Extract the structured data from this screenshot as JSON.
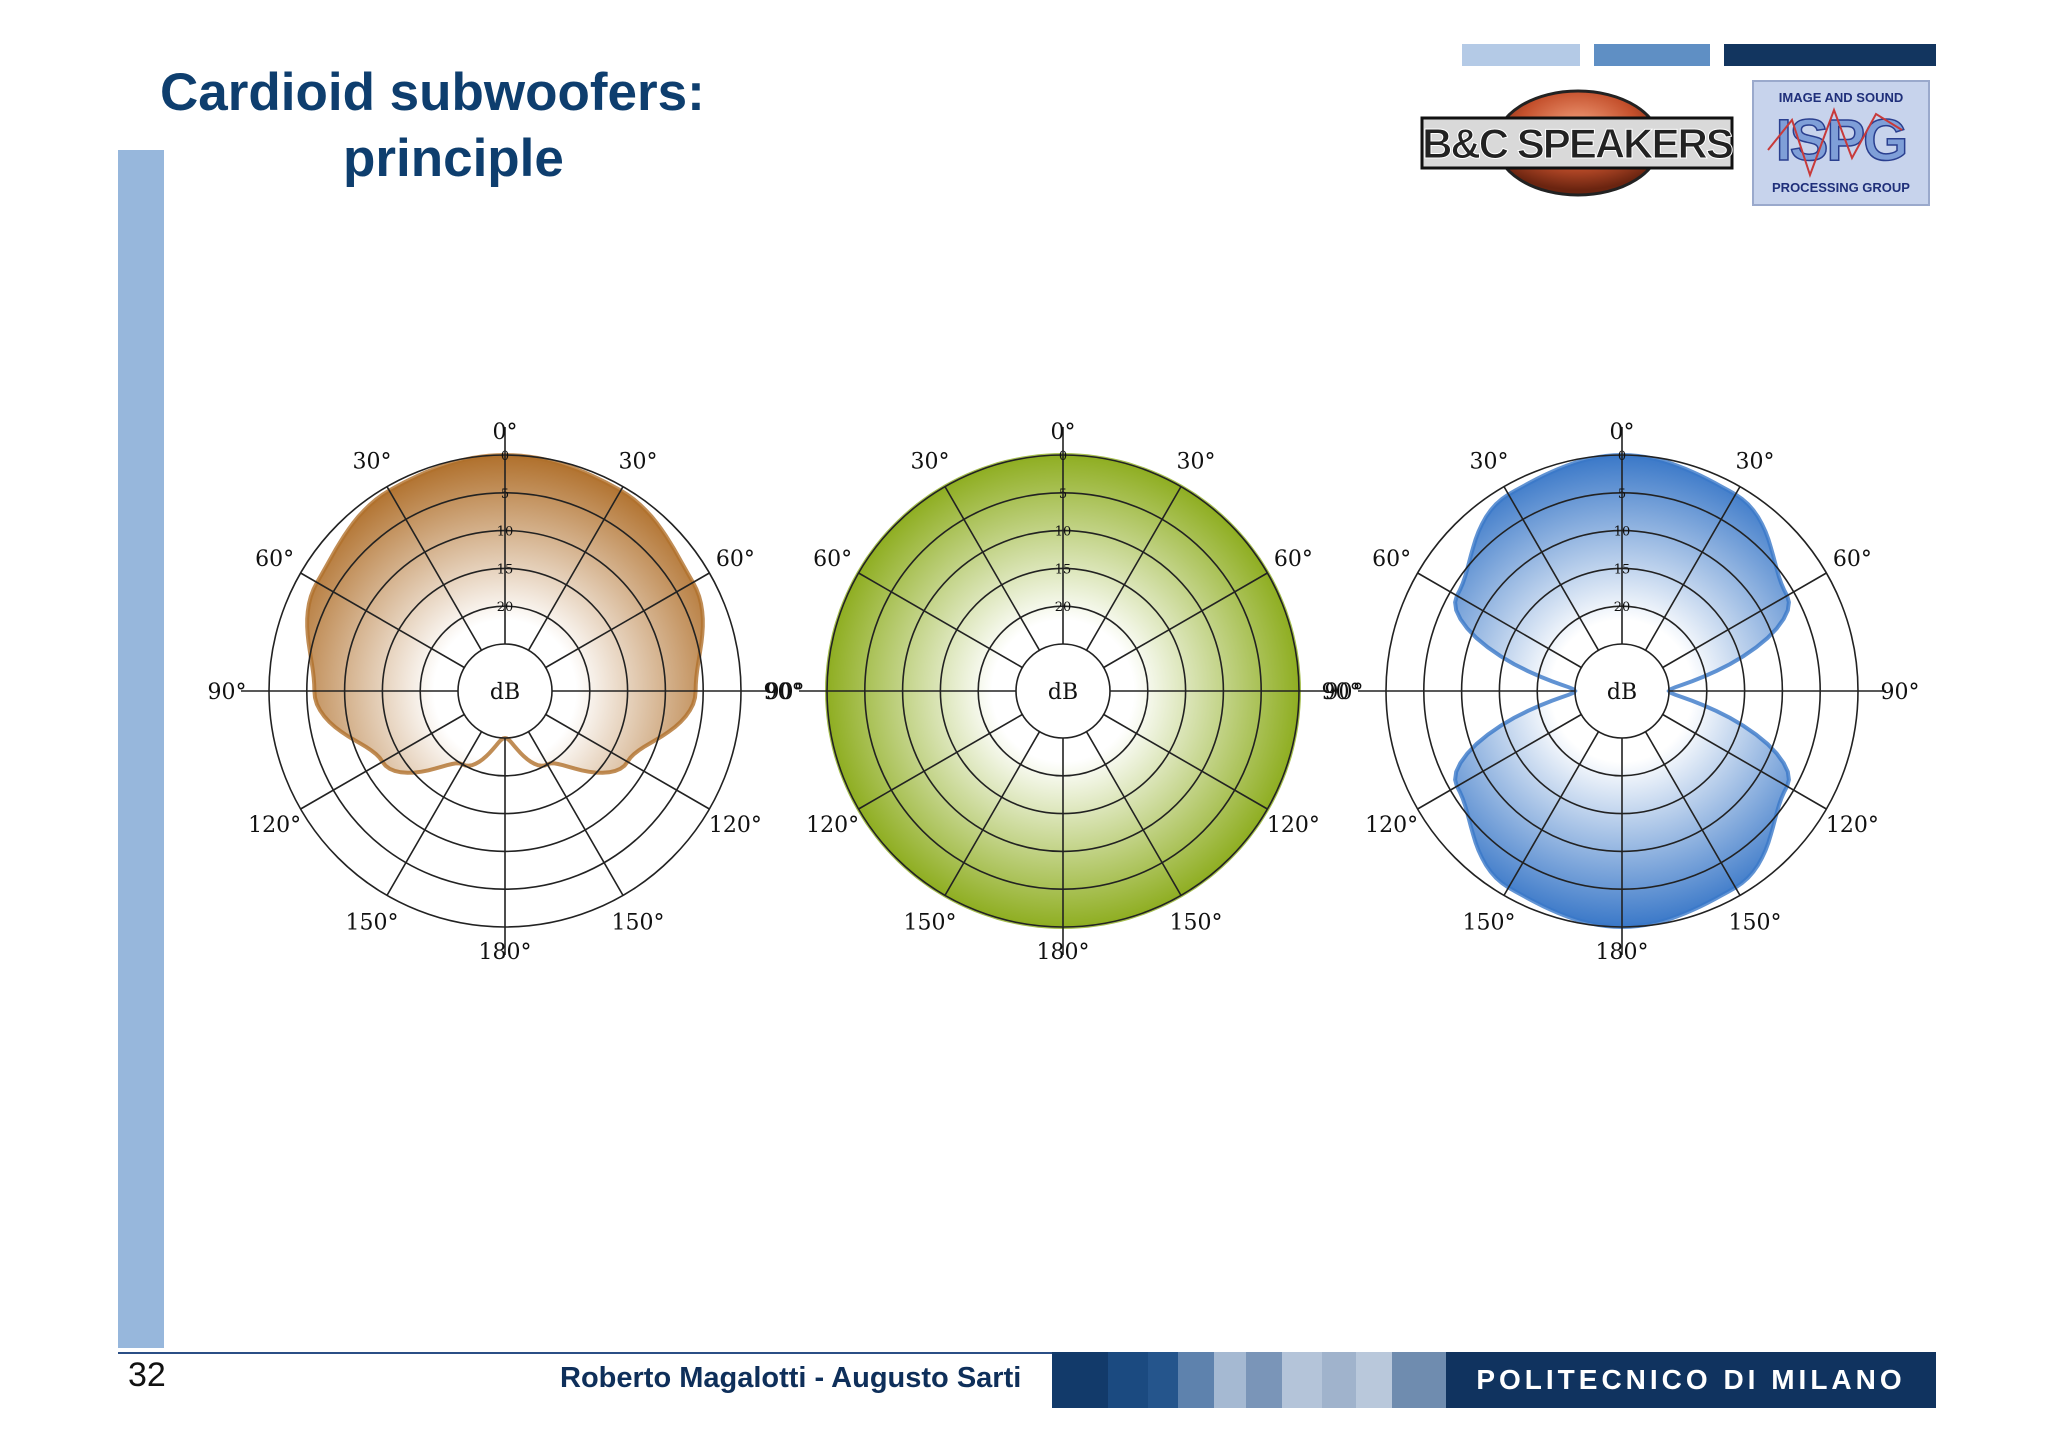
{
  "slide": {
    "title_line1": "Cardioid subwoofers:",
    "title_line2": "principle",
    "page_number": "32",
    "authors": "Roberto Magalotti - Augusto Sarti",
    "institution": "POLITECNICO DI MILANO"
  },
  "logos": {
    "bc_speakers": "B&C SPEAKERS",
    "ispg_top": "IMAGE AND SOUND",
    "ispg_mark": "ISPG",
    "ispg_bottom": "PROCESSING GROUP"
  },
  "colors": {
    "cardioid": "#b0702c",
    "omni": "#8fae22",
    "figure8": "#3a78c8",
    "accent_dark": "#10335f",
    "accent_light": "#97b7dc"
  },
  "chart_data": [
    {
      "type": "polar",
      "pattern": "cardioid",
      "angles": [
        0,
        30,
        60,
        90,
        120,
        150,
        180,
        150,
        120,
        90,
        60,
        30
      ],
      "angle_labels": [
        "0°",
        "30°",
        "60°",
        "90°",
        "120°",
        "150°",
        "180°",
        "150°",
        "120°",
        "90°",
        "60°",
        "30°"
      ],
      "radial_ticks": [
        0,
        5,
        10,
        15,
        20
      ],
      "center_label": "dB",
      "fill_color": "#b0702c",
      "theta_deg": [
        0,
        30,
        60,
        90,
        120,
        150,
        180
      ],
      "response_db": [
        0,
        -0.6,
        -2.5,
        -6,
        -12.5,
        -20,
        -25
      ]
    },
    {
      "type": "polar",
      "pattern": "omnidirectional",
      "angles": [
        0,
        30,
        60,
        90,
        120,
        150,
        180,
        150,
        120,
        90,
        60,
        30
      ],
      "angle_labels": [
        "0°",
        "30°",
        "60°",
        "90°",
        "120°",
        "150°",
        "180°",
        "150°",
        "120°",
        "90°",
        "60°",
        "30°"
      ],
      "radial_ticks": [
        0,
        5,
        10,
        15,
        20
      ],
      "center_label": "dB",
      "fill_color": "#8fae22",
      "theta_deg": [
        0,
        30,
        60,
        90,
        120,
        150,
        180
      ],
      "response_db": [
        0,
        0,
        0,
        0,
        0,
        0,
        0
      ]
    },
    {
      "type": "polar",
      "pattern": "figure-8",
      "angles": [
        0,
        30,
        60,
        90,
        120,
        150,
        180,
        150,
        120,
        90,
        60,
        30
      ],
      "angle_labels": [
        "0°",
        "30°",
        "60°",
        "90°",
        "120°",
        "150°",
        "180°",
        "150°",
        "120°",
        "90°",
        "60°",
        "30°"
      ],
      "radial_ticks": [
        0,
        5,
        10,
        15,
        20
      ],
      "center_label": "dB",
      "fill_color": "#3a78c8",
      "theta_deg": [
        0,
        30,
        60,
        90,
        120,
        150,
        180
      ],
      "response_db": [
        0,
        -1.2,
        -6,
        -25,
        -6,
        -1.2,
        0
      ]
    }
  ]
}
